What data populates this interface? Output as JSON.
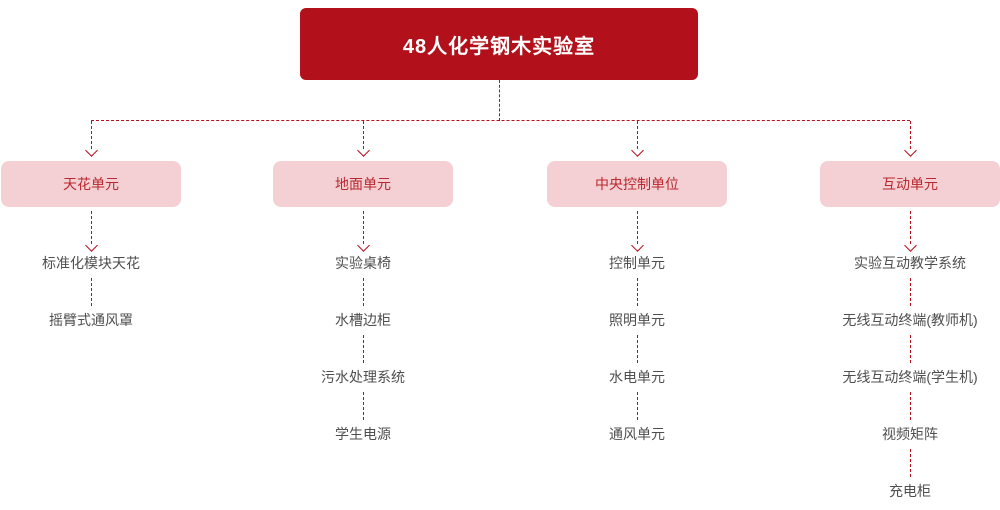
{
  "root": {
    "title": "48人化学钢木实验室"
  },
  "colors": {
    "root_box_bg": "#b2111b",
    "root_box_text": "#ffffff",
    "branch_box_bg": "#f4cfd3",
    "branch_box_text": "#b9282f",
    "connector_line": "#b5101b",
    "item_text": "#4f4f4f",
    "background": "#ffffff"
  },
  "connectors": {
    "style": "dashed",
    "arrowhead": "chevron-down"
  },
  "columns": [
    {
      "label": "天花单元",
      "items": [
        "标准化模块天花",
        "摇臂式通风罩"
      ]
    },
    {
      "label": "地面单元",
      "items": [
        "实验桌椅",
        "水槽边柜",
        "污水处理系统",
        "学生电源"
      ]
    },
    {
      "label": "中央控制单位",
      "items": [
        "控制单元",
        "照明单元",
        "水电单元",
        "通风单元"
      ]
    },
    {
      "label": "互动单元",
      "items": [
        "实验互动教学系统",
        "无线互动终端(教师机)",
        "无线互动终端(学生机)",
        "视频矩阵",
        "充电柜"
      ]
    }
  ]
}
